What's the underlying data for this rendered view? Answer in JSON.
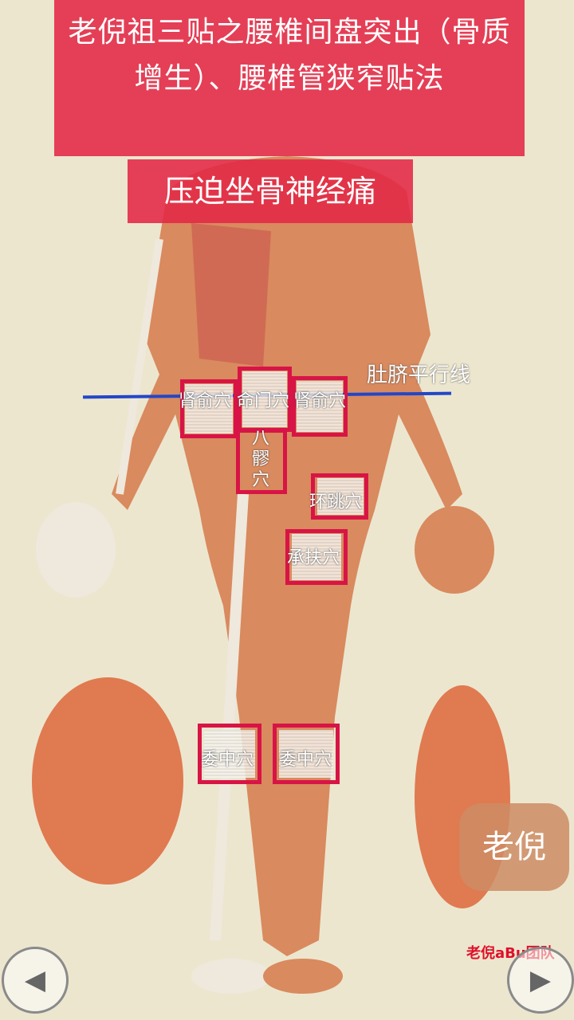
{
  "title": "老倪祖三贴之腰椎间盘突出（骨质增生）、腰椎管狭窄贴法",
  "subtitle": "压迫坐骨神经痛",
  "line_label": "肚脐平行线",
  "points": {
    "shenshu_left": "肾俞穴",
    "mingmen": "命门穴",
    "shenshu_right": "肾俞穴",
    "baliao": "八\n髎\n穴",
    "huantiao": "环跳穴",
    "chengfu": "承扶穴",
    "weizhong_left": "委中穴",
    "weizhong_right": "委中穴"
  },
  "logo": "老倪",
  "watermark": "老倪aBu团队",
  "nav": {
    "prev_icon": "play-left-icon",
    "next_icon": "play-right-icon"
  }
}
